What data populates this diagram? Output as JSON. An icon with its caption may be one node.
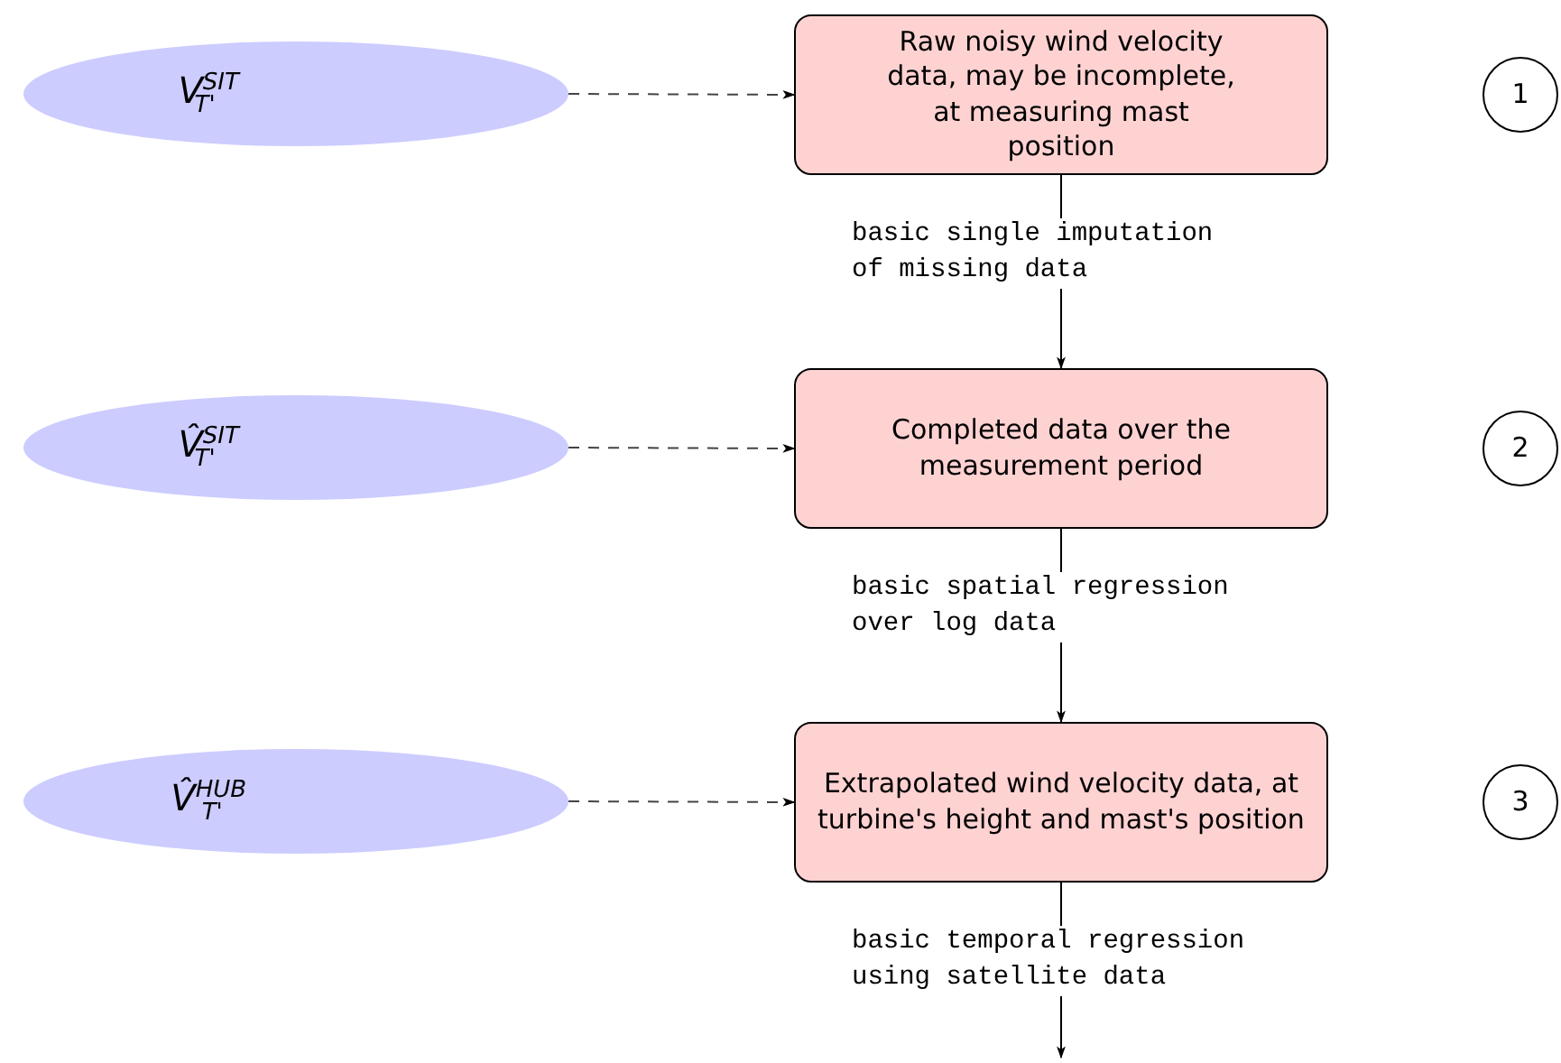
{
  "diagram": {
    "nodes": [
      {
        "text": [
          "V$^{SIT}$$_{T'}$"
        ]
      },
      {
        "text": [
          "Raw noisy wind velocity data, may be incomplete, at measuring mast position"
        ]
      },
      {
        "text": [
          "1"
        ]
      },
      {
        "text": [
          "V̂$^{SIT}$$_{T'}$"
        ]
      },
      {
        "text": [
          "Completed data over the measurement period"
        ]
      },
      {
        "text": [
          "2"
        ]
      },
      {
        "text": [
          "V̂$^{HUB}$$_{T'}$"
        ]
      },
      {
        "text": [
          "Extrapolated wind velocity data, at turbine's height and mast's position"
        ]
      },
      {
        "text": [
          "3"
        ]
      }
    ],
    "edges": [
      {
        "from": 0,
        "to": 1,
        "arrow": "to",
        "style": "dashed"
      },
      {
        "from": 1,
        "to": 4,
        "arrow": "to",
        "label": "basic single imputation of missing data"
      },
      {
        "from": 3,
        "to": 4,
        "arrow": "to",
        "style": "dashed"
      },
      {
        "from": 4,
        "to": 7,
        "arrow": "to",
        "label": "basic spatial regression over log data"
      },
      {
        "from": 6,
        "to": 7,
        "arrow": "to",
        "style": "dashed"
      },
      {
        "from": 7,
        "to": null,
        "arrow": "to",
        "label": "basic temporal regression using satellite data"
      }
    ]
  }
}
